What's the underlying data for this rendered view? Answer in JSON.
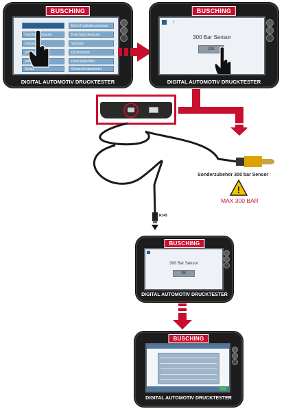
{
  "brand": "BUSCHING",
  "device_footer": "DIGITAL AUTOMOTIV DRUCKTESTER",
  "menu": {
    "left": [
      "",
      "Fuel low pressure",
      "pressure",
      "pressure",
      "pressure",
      "Setup"
    ],
    "right": [
      "End of cylinder pressure",
      "Fuel high pressure",
      "Vacuum",
      "Oil pressure",
      "Particulate filter",
      "General manometer"
    ]
  },
  "dialog": {
    "title": "300 Bar Sensor",
    "ok": "OK"
  },
  "sensor_label": "Sonderzubehör 300 bar Sensor",
  "max_label": "MAX 300 BAR",
  "rj45_label": "RJ45",
  "warning_symbol": "!"
}
